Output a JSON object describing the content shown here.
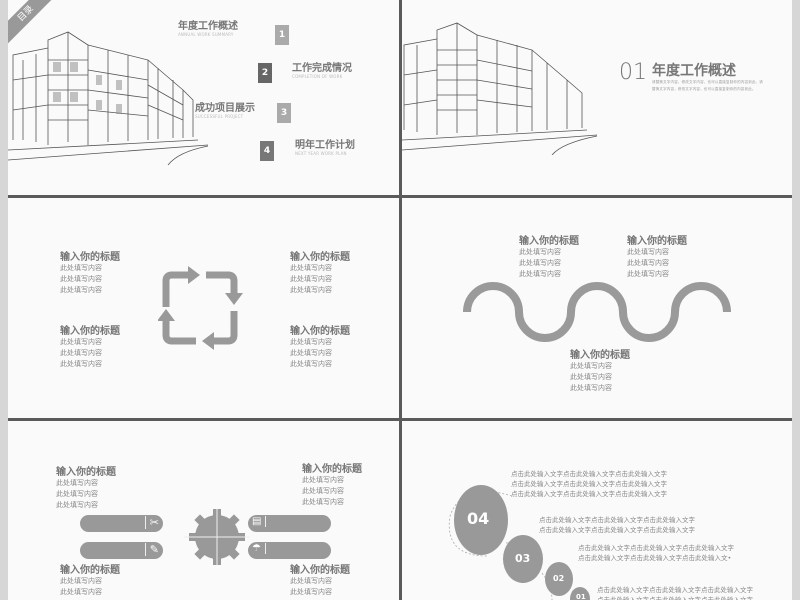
{
  "slide1": {
    "ribbon": "目录",
    "items": [
      {
        "num": "1",
        "title": "年度工作概述",
        "subtitle": "ANNUAL WORK SUMMARY"
      },
      {
        "num": "2",
        "title": "工作完成情况",
        "subtitle": "COMPLETION OF WORK"
      },
      {
        "num": "3",
        "title": "成功项目展示",
        "subtitle": "SUCCESSFUL PROJECT"
      },
      {
        "num": "4",
        "title": "明年工作计划",
        "subtitle": "NEXT YEAR WORK PLAN"
      }
    ]
  },
  "slide2": {
    "number": "01",
    "title": "年度工作概述",
    "desc1": "请替换文字内容，修改文字内容，也可以直接复制你的内容到此。请",
    "desc2": "替换文字内容，修改文字内容，也可以直接复制你的内容到此。"
  },
  "block": {
    "title": "输入你的标题",
    "line": "此处填写内容"
  },
  "slide6": {
    "circles": [
      "04",
      "03",
      "02",
      "01"
    ],
    "line_a": "点击此处输入文字点击此处输入文字点击此处输入文字",
    "line_b": "点击此处输入文字点击此处输入文字点击此处输入文•"
  },
  "colors": {
    "accent": "#999999",
    "dark": "#666666",
    "background": "#fafafa",
    "frame": "#5a5a5a"
  }
}
